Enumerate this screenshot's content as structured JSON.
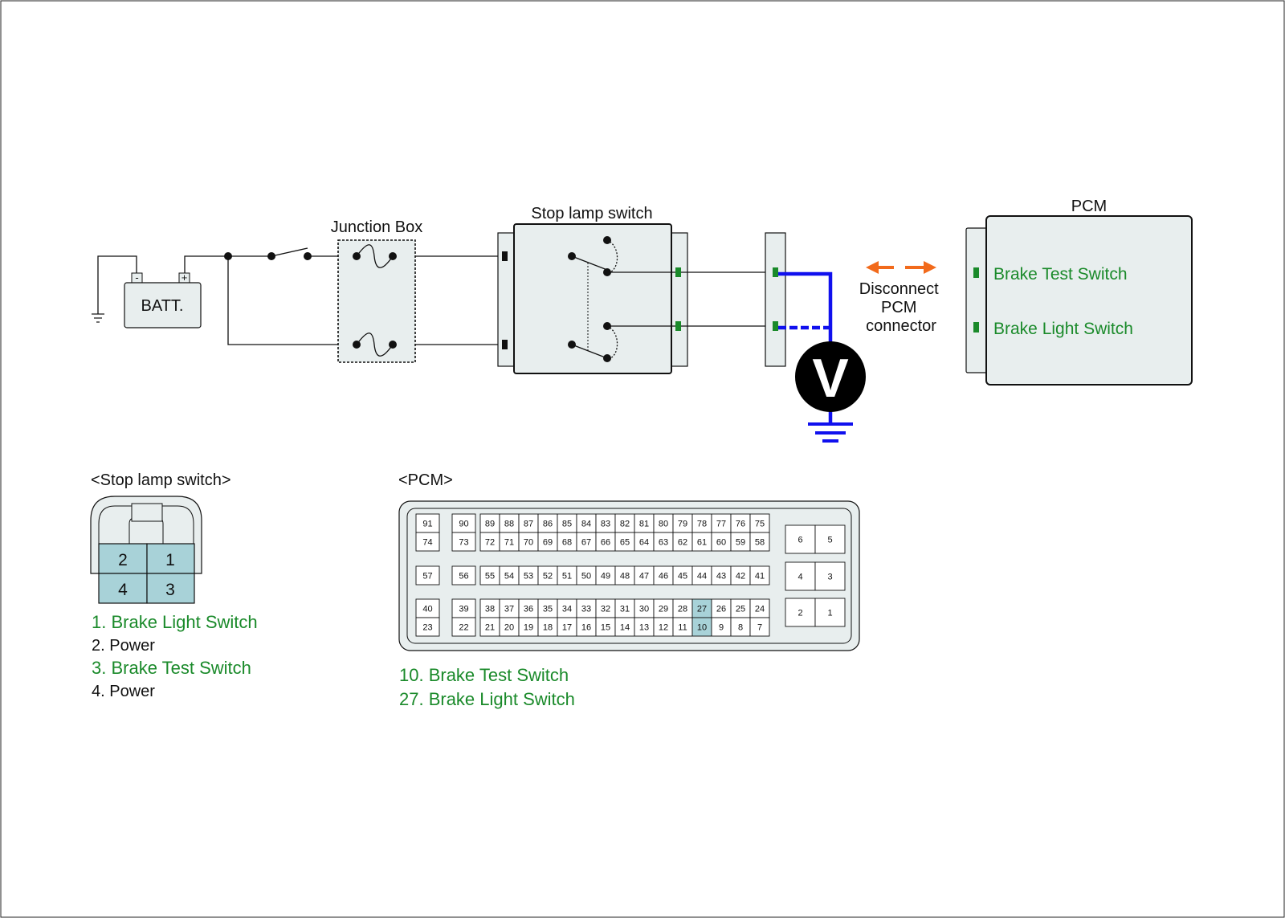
{
  "colors": {
    "wire": "#111111",
    "meter_lead": "#1010ee",
    "signal_text": "#1a8a2a",
    "terminal": "#1a8a2a",
    "arrow": "#f26a1b",
    "connector_fill": "#e8eeee",
    "pin_highlight": "#a8d2d8"
  },
  "circuit": {
    "battery_label": "BATT.",
    "battery_minus": "-",
    "battery_plus": "+",
    "junction_box_label": "Junction Box",
    "stop_lamp_switch_label": "Stop lamp switch",
    "pcm_label": "PCM",
    "pcm_pin_top_label": "Brake Test Switch",
    "pcm_pin_bottom_label": "Brake Light Switch",
    "disconnect_lines": [
      "Disconnect",
      "PCM",
      "connector"
    ],
    "meter_symbol": "V"
  },
  "stop_lamp_connector": {
    "title": "<Stop lamp switch>",
    "pins": [
      "2",
      "1",
      "4",
      "3"
    ],
    "legend": [
      {
        "text": "1. Brake Light Switch",
        "highlight": true
      },
      {
        "text": "2. Power",
        "highlight": false
      },
      {
        "text": "3. Brake Test Switch",
        "highlight": true
      },
      {
        "text": "4. Power",
        "highlight": false
      }
    ]
  },
  "pcm_connector": {
    "title": "<PCM>",
    "left_rows": [
      [
        "91",
        "90"
      ],
      [
        "74",
        "73"
      ],
      [
        "57",
        "56"
      ],
      [
        "40",
        "39"
      ],
      [
        "23",
        "22"
      ]
    ],
    "main_rows": [
      [
        "89",
        "88",
        "87",
        "86",
        "85",
        "84",
        "83",
        "82",
        "81",
        "80",
        "79",
        "78",
        "77",
        "76",
        "75"
      ],
      [
        "72",
        "71",
        "70",
        "69",
        "68",
        "67",
        "66",
        "65",
        "64",
        "63",
        "62",
        "61",
        "60",
        "59",
        "58"
      ],
      [
        "55",
        "54",
        "53",
        "52",
        "51",
        "50",
        "49",
        "48",
        "47",
        "46",
        "45",
        "44",
        "43",
        "42",
        "41"
      ],
      [
        "38",
        "37",
        "36",
        "35",
        "34",
        "33",
        "32",
        "31",
        "30",
        "29",
        "28",
        "27",
        "26",
        "25",
        "24"
      ],
      [
        "21",
        "20",
        "19",
        "18",
        "17",
        "16",
        "15",
        "14",
        "13",
        "12",
        "11",
        "10",
        "9",
        "8",
        "7"
      ]
    ],
    "right_rows": [
      [
        "6",
        "5"
      ],
      [
        "4",
        "3"
      ],
      [
        "2",
        "1"
      ]
    ],
    "highlighted_pins": [
      "27",
      "10"
    ],
    "legend": [
      {
        "text": "10. Brake Test Switch",
        "highlight": true
      },
      {
        "text": "27. Brake Light Switch",
        "highlight": true
      }
    ]
  }
}
